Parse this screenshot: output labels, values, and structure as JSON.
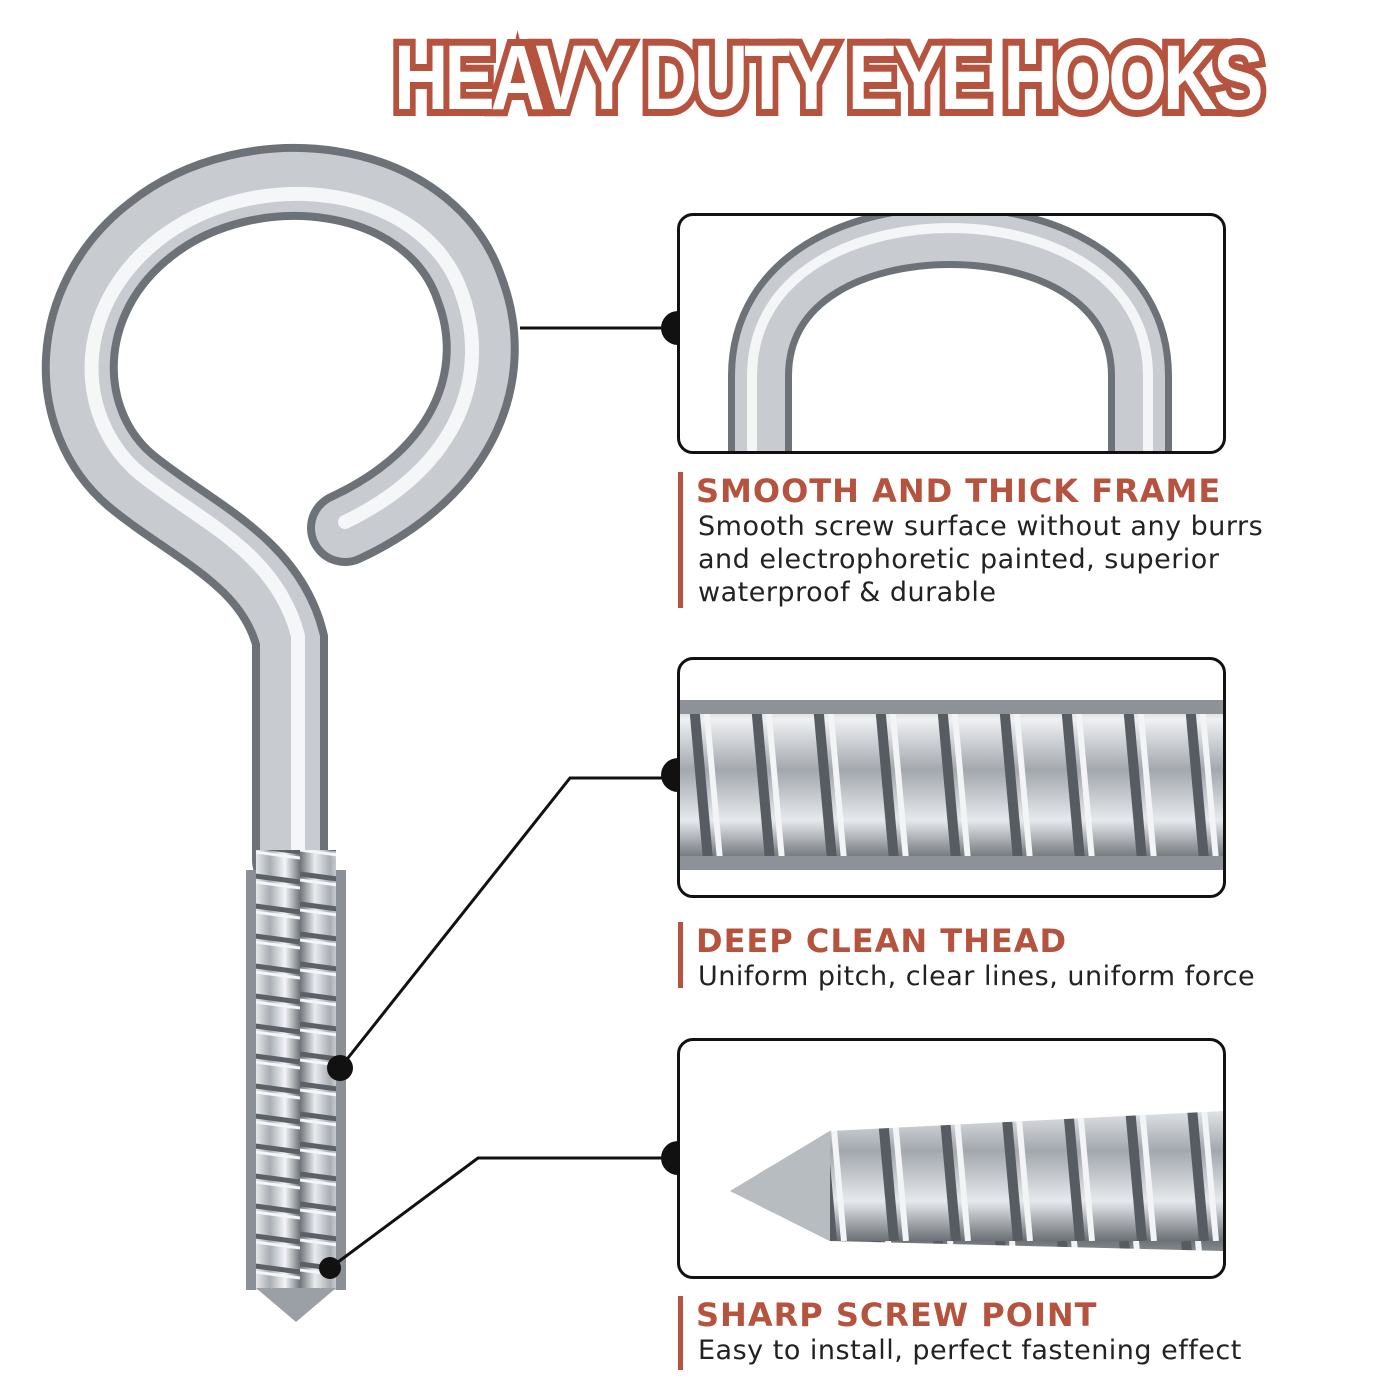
{
  "title": "HEAVY DUTY EYE HOOKS",
  "features": [
    {
      "heading": "SMOOTH AND THICK FRAME",
      "description": "Smooth screw surface without any burrs and electrophoretic painted, superior waterproof & durable"
    },
    {
      "heading": "DEEP CLEAN THEAD",
      "description": "Uniform pitch, clear lines, uniform force"
    },
    {
      "heading": "SHARP SCREW POINT",
      "description": "Easy to install, perfect fastening effect"
    }
  ],
  "colors": {
    "accent": "#b5533e",
    "text": "#222222",
    "frame": "#111111",
    "metal": "#c9cdd2"
  },
  "icons": [
    "eye-hook-product-image",
    "eye-ring-closeup-image",
    "thread-closeup-image",
    "screw-point-closeup-image"
  ]
}
